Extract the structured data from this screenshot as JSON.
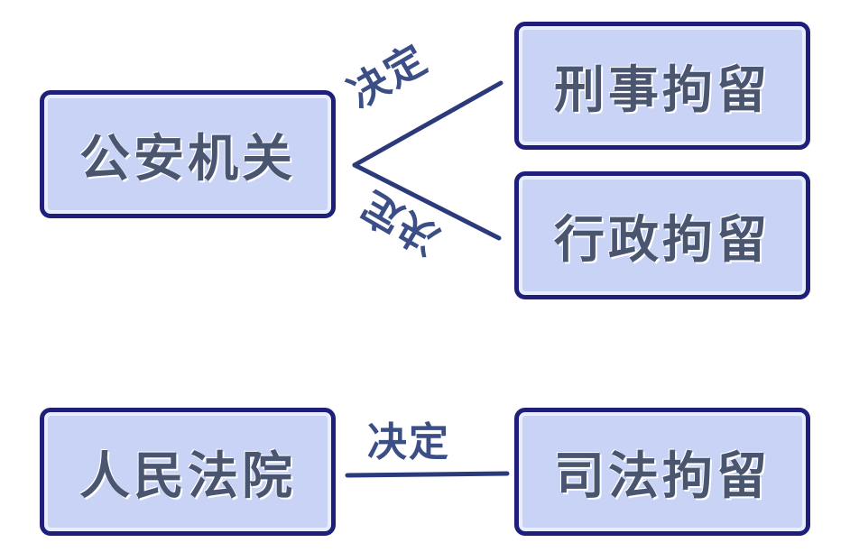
{
  "nodes": {
    "police": "公安机关",
    "criminal_detention": "刑事拘留",
    "administrative_detention": "行政拘留",
    "court": "人民法院",
    "judicial_detention": "司法拘留"
  },
  "edges": {
    "police_to_criminal": "决定",
    "police_to_administrative": "决定",
    "court_to_judicial": "决定"
  },
  "colors": {
    "box_fill": "#c9d3f5",
    "box_border": "#1f1f7a",
    "text": "#4a5570",
    "edge": "#2b3a7a"
  }
}
